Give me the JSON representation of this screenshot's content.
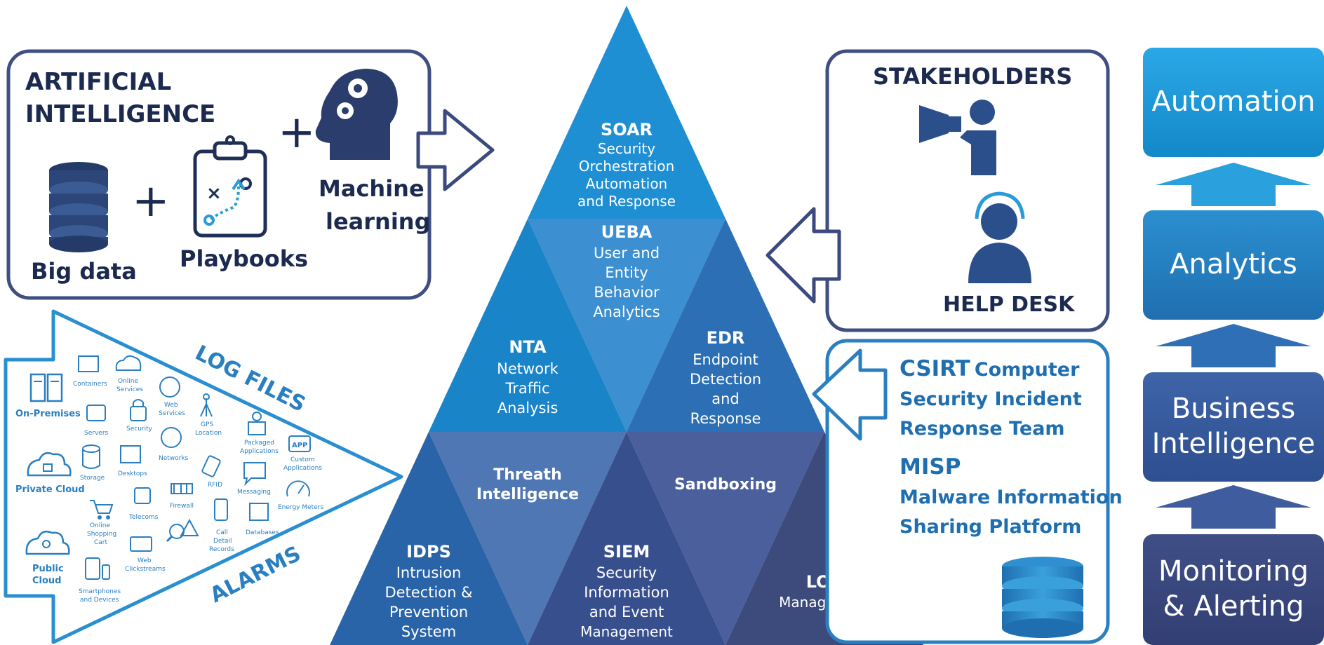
{
  "ai_panel": {
    "title_line1": "ARTIFICIAL",
    "title_line2": "INTELLIGENCE",
    "big_data": "Big data",
    "playbooks": "Playbooks",
    "ml_line1": "Machine",
    "ml_line2": "learning",
    "plus": "+"
  },
  "stakeholders_panel": {
    "title": "STAKEHOLDERS",
    "help_desk": "HELP DESK"
  },
  "csirt_panel": {
    "csirt_abbr": "CSIRT",
    "csirt_line1": "Computer",
    "csirt_line2": "Security Incident",
    "csirt_line3": "Response Team",
    "misp_abbr": "MISP",
    "misp_line1": "Malware Information",
    "misp_line2": "Sharing Platform"
  },
  "sources_panel": {
    "log_files": "LOG FILES",
    "alarms": "ALARMS",
    "on_premises": "On-Premises",
    "private_cloud": "Private Cloud",
    "public_cloud_1": "Public",
    "public_cloud_2": "Cloud",
    "containers": "Containers",
    "online_services_1": "Online",
    "online_services_2": "Services",
    "web_services_1": "Web",
    "web_services_2": "Services",
    "gps_1": "GPS",
    "gps_2": "Location",
    "servers": "Servers",
    "security": "Security",
    "networks": "Networks",
    "packaged_1": "Packaged",
    "packaged_2": "Applications",
    "custom_1": "Custom",
    "custom_2": "Applications",
    "app_badge": "APP",
    "storage": "Storage",
    "desktops": "Desktops",
    "rfid": "RFID",
    "messaging": "Messaging",
    "energy_meters": "Energy Meters",
    "online_shopping_1": "Online",
    "online_shopping_2": "Shopping",
    "online_shopping_3": "Cart",
    "telecoms": "Telecoms",
    "firewall": "Firewall",
    "call_detail_1": "Call",
    "call_detail_2": "Detail",
    "call_detail_3": "Records",
    "databases": "Databases",
    "web_clickstreams_1": "Web",
    "web_clickstreams_2": "Clickstreams",
    "smartphones_1": "Smartphones",
    "smartphones_2": "and Devices"
  },
  "pyramid": {
    "soar": {
      "title": "SOAR",
      "l1": "Security",
      "l2": "Orchestration",
      "l3": "Automation",
      "l4": "and Response"
    },
    "ueba": {
      "title": "UEBA",
      "l1": "User and",
      "l2": "Entity",
      "l3": "Behavior",
      "l4": "Analytics"
    },
    "nta": {
      "title": "NTA",
      "l1": "Network",
      "l2": "Traffic",
      "l3": "Analysis"
    },
    "edr": {
      "title": "EDR",
      "l1": "Endpoint",
      "l2": "Detection",
      "l3": "and",
      "l4": "Response"
    },
    "threat": {
      "l1": "Threath",
      "l2": "Intelligence"
    },
    "sandboxing": {
      "l1": "Sandboxing"
    },
    "idps": {
      "title": "IDPS",
      "l1": "Intrusion",
      "l2": "Detection &",
      "l3": "Prevention",
      "l4": "System"
    },
    "siem": {
      "title": "SIEM",
      "l1": "Security",
      "l2": "Information",
      "l3": "and Event",
      "l4": "Management"
    },
    "log": {
      "title": "LOG",
      "l1": "Management"
    }
  },
  "stack": {
    "automation": "Automation",
    "analytics": "Analytics",
    "bi_line1": "Business",
    "bi_line2": "Intelligence",
    "ma_line1": "Monitoring",
    "ma_line2": "& Alerting"
  },
  "colors": {
    "panel_border": "#3f4f82",
    "title_dark": "#1b2a4e",
    "accent_blue": "#1f6fb0",
    "light_blue": "#1d9ad6",
    "arrow_outline": "#3a4a7e",
    "source_blue": "#2a7fc0"
  }
}
